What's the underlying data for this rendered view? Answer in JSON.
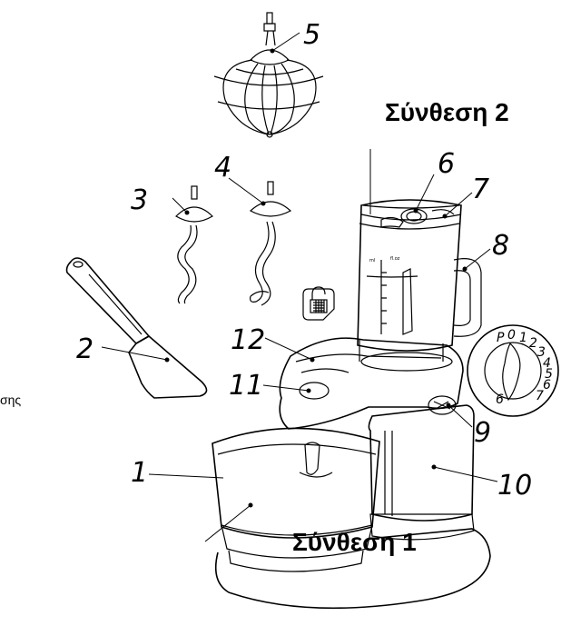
{
  "headings": {
    "composition_2": "Σύνθεση 2",
    "composition_1": "Σύνθεση 1"
  },
  "fragment_text": "σης",
  "callouts": {
    "n1": "1",
    "n2": "2",
    "n3": "3",
    "n4": "4",
    "n5": "5",
    "n6": "6",
    "n7": "7",
    "n8": "8",
    "n9": "9",
    "n10": "10",
    "n11": "11",
    "n12": "12"
  },
  "dial": {
    "p": "P",
    "d0": "0",
    "d1": "1",
    "d2": "2",
    "d3": "3",
    "d4": "4",
    "d5": "5",
    "d6": "6",
    "d7": "7",
    "d6b": "6"
  },
  "icons": {
    "lock": "unlocked-padlock-icon"
  }
}
